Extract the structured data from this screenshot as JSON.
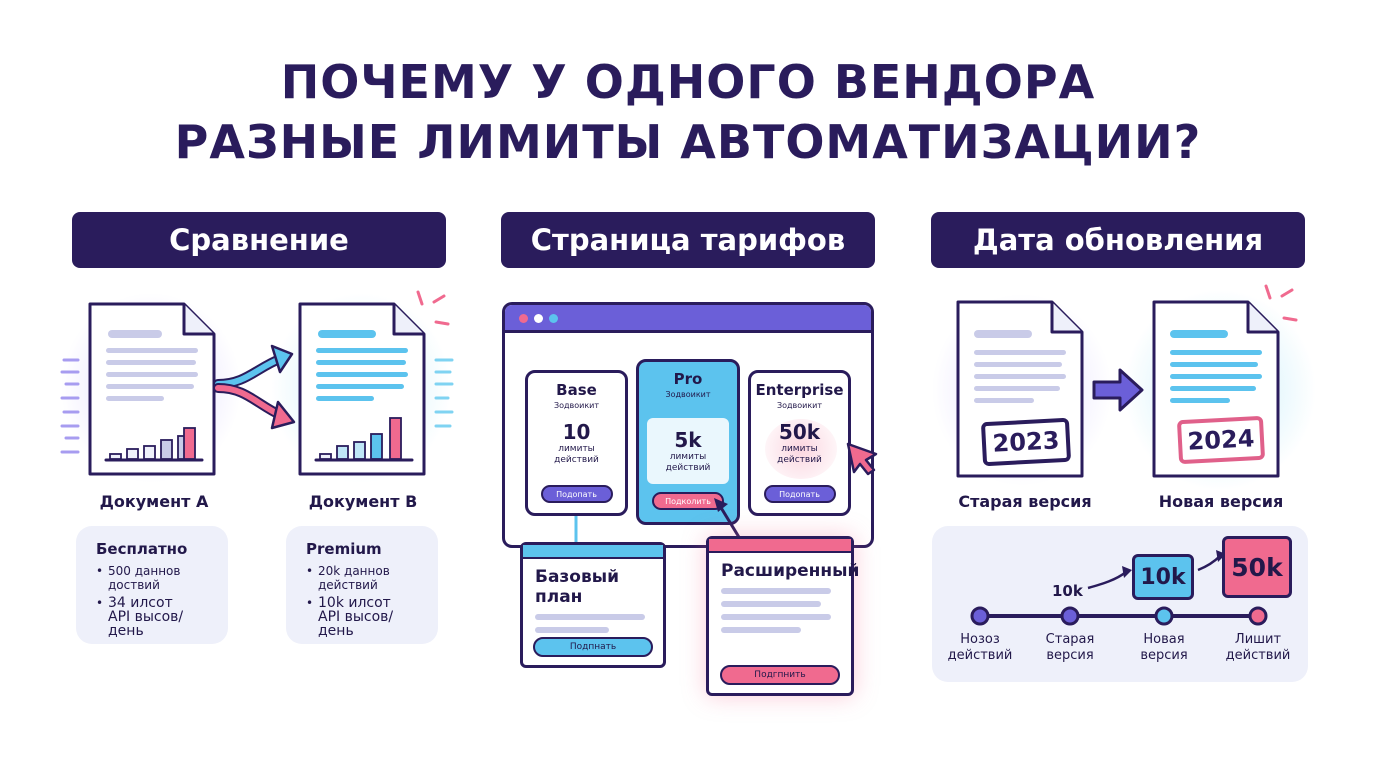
{
  "title_line1": "ПОЧЕМУ У ОДНОГО ВЕНДОРА",
  "title_line2": "РАЗНЫЕ ЛИМИТЫ АВТОМАТИЗАЦИИ?",
  "sections": {
    "comparison": "Сравнение",
    "pricing": "Страница тарифов",
    "update": "Дата обновления"
  },
  "comparison": {
    "doc_a_label": "Документ A",
    "doc_b_label": "Документ B",
    "free": {
      "title": "Бесплатно",
      "bullet1": "500 даннов доствий",
      "bullet2_l1": "34 илсот",
      "bullet2_l2": "API высов/день"
    },
    "premium": {
      "title": "Premium",
      "bullet1": "20k даннов действий",
      "bullet2_l1": "10k илсот",
      "bullet2_l2": "API высов/день"
    }
  },
  "pricing": {
    "tiers": [
      {
        "name": "Base",
        "sub": "Зодвоикит",
        "value": "10",
        "act1": "лимиты",
        "act2": "действий",
        "button": "Подопать"
      },
      {
        "name": "Pro",
        "sub": "Зодвоикит",
        "value": "5k",
        "act1": "лимиты",
        "act2": "действий",
        "button": "Подколить"
      },
      {
        "name": "Enterprise",
        "sub": "Зодвоикит",
        "value": "50k",
        "act1": "лимиты",
        "act2": "действий",
        "button": "Подопать"
      }
    ],
    "basic_plan": {
      "name": "Базовый план",
      "button": "Подпнать"
    },
    "extended_plan": {
      "name": "Расширенный",
      "button": "Подгпнить"
    }
  },
  "update": {
    "year_old": "2023",
    "year_new": "2024",
    "old_label": "Старая версия",
    "new_label": "Новая версия",
    "timeline": {
      "value_small": "10k",
      "value_mid": "10k",
      "value_big": "50k",
      "stops": [
        {
          "l1": "Нозоз",
          "l2": "действий"
        },
        {
          "l1": "Старая",
          "l2": "версия"
        },
        {
          "l1": "Новая",
          "l2": "версия"
        },
        {
          "l1": "Лишит",
          "l2": "действий"
        }
      ]
    }
  },
  "colors": {
    "navy": "#2a1c5c",
    "blue": "#5cc3ee",
    "pink": "#f06a8f",
    "purple": "#6b5fd8",
    "lavender": "#c9cbe8"
  }
}
